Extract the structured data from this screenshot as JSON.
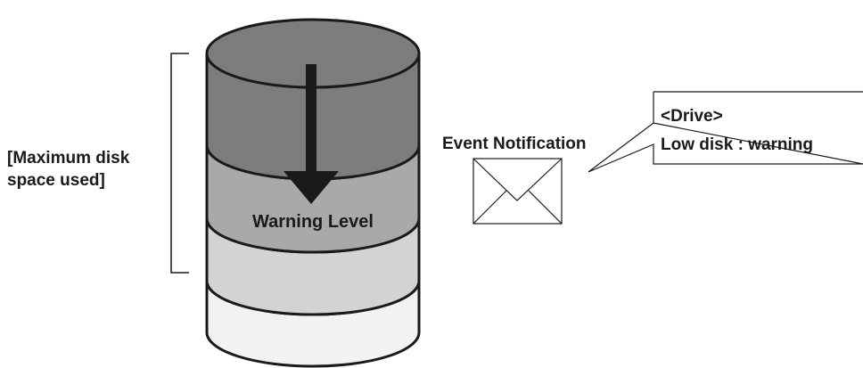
{
  "diagram": {
    "max_label_line1": "[Maximum disk",
    "max_label_line2": "space used]",
    "warning_level_label": "Warning Level",
    "event_notification_label": "Event Notification",
    "callout_line1": "<Drive>",
    "callout_line2": "Low disk : warning",
    "colors": {
      "top_fill": "#7d7d7d",
      "dark_band": "#7d7d7d",
      "mid_band": "#a9a9a9",
      "light_band": "#d3d3d3",
      "empty_band": "#f2f2f2",
      "stroke": "#1a1a1a"
    }
  }
}
